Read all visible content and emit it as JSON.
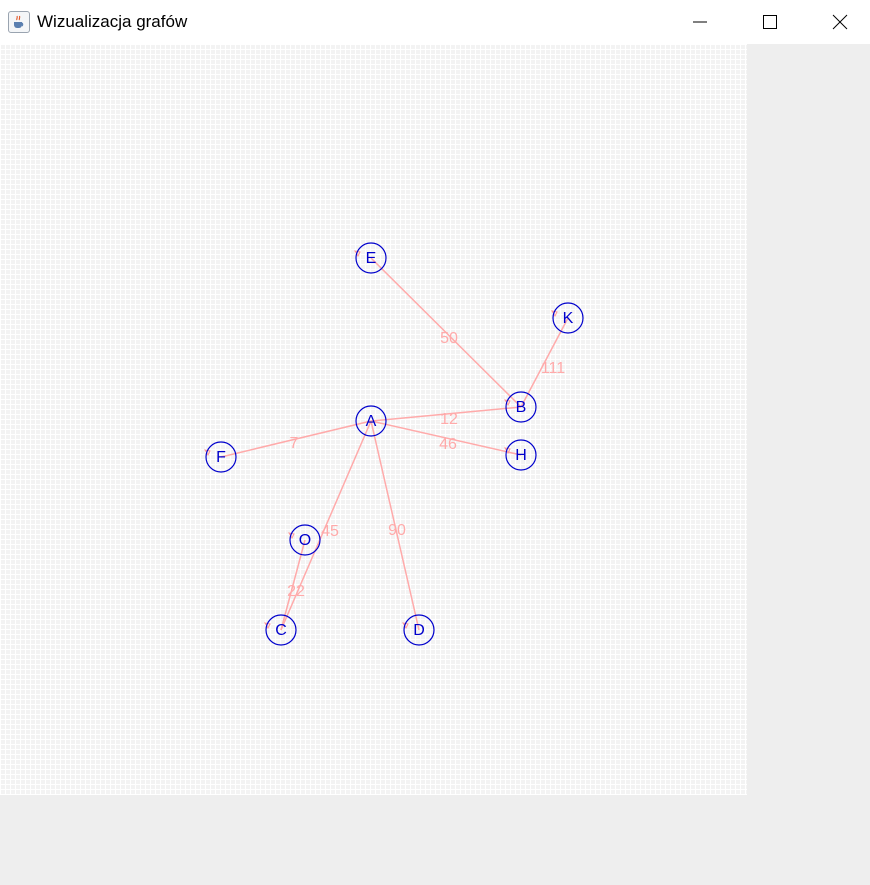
{
  "window": {
    "title": "Wizualizacja grafów",
    "icon": "java-cup-icon"
  },
  "colors": {
    "node": "#0000cc",
    "edge": "#ffaaaa",
    "canvas_bg": "#f3f3f3",
    "grid": "#ffffff",
    "window_bg": "#eeeeee"
  },
  "graph": {
    "nodes": [
      {
        "id": "E",
        "label": "E"
      },
      {
        "id": "K",
        "label": "K"
      },
      {
        "id": "B",
        "label": "B"
      },
      {
        "id": "A",
        "label": "A"
      },
      {
        "id": "F",
        "label": "F"
      },
      {
        "id": "H",
        "label": "H"
      },
      {
        "id": "O",
        "label": "O"
      },
      {
        "id": "C",
        "label": "C"
      },
      {
        "id": "D",
        "label": "D"
      }
    ],
    "edges": [
      {
        "from": "B",
        "to": "E",
        "weight": "50"
      },
      {
        "from": "B",
        "to": "K",
        "weight": "111"
      },
      {
        "from": "A",
        "to": "B",
        "weight": "12"
      },
      {
        "from": "A",
        "to": "F",
        "weight": "7"
      },
      {
        "from": "A",
        "to": "H",
        "weight": "46"
      },
      {
        "from": "A",
        "to": "C",
        "weight": "45"
      },
      {
        "from": "A",
        "to": "D",
        "weight": "90"
      },
      {
        "from": "C",
        "to": "O",
        "weight": "22"
      }
    ]
  }
}
